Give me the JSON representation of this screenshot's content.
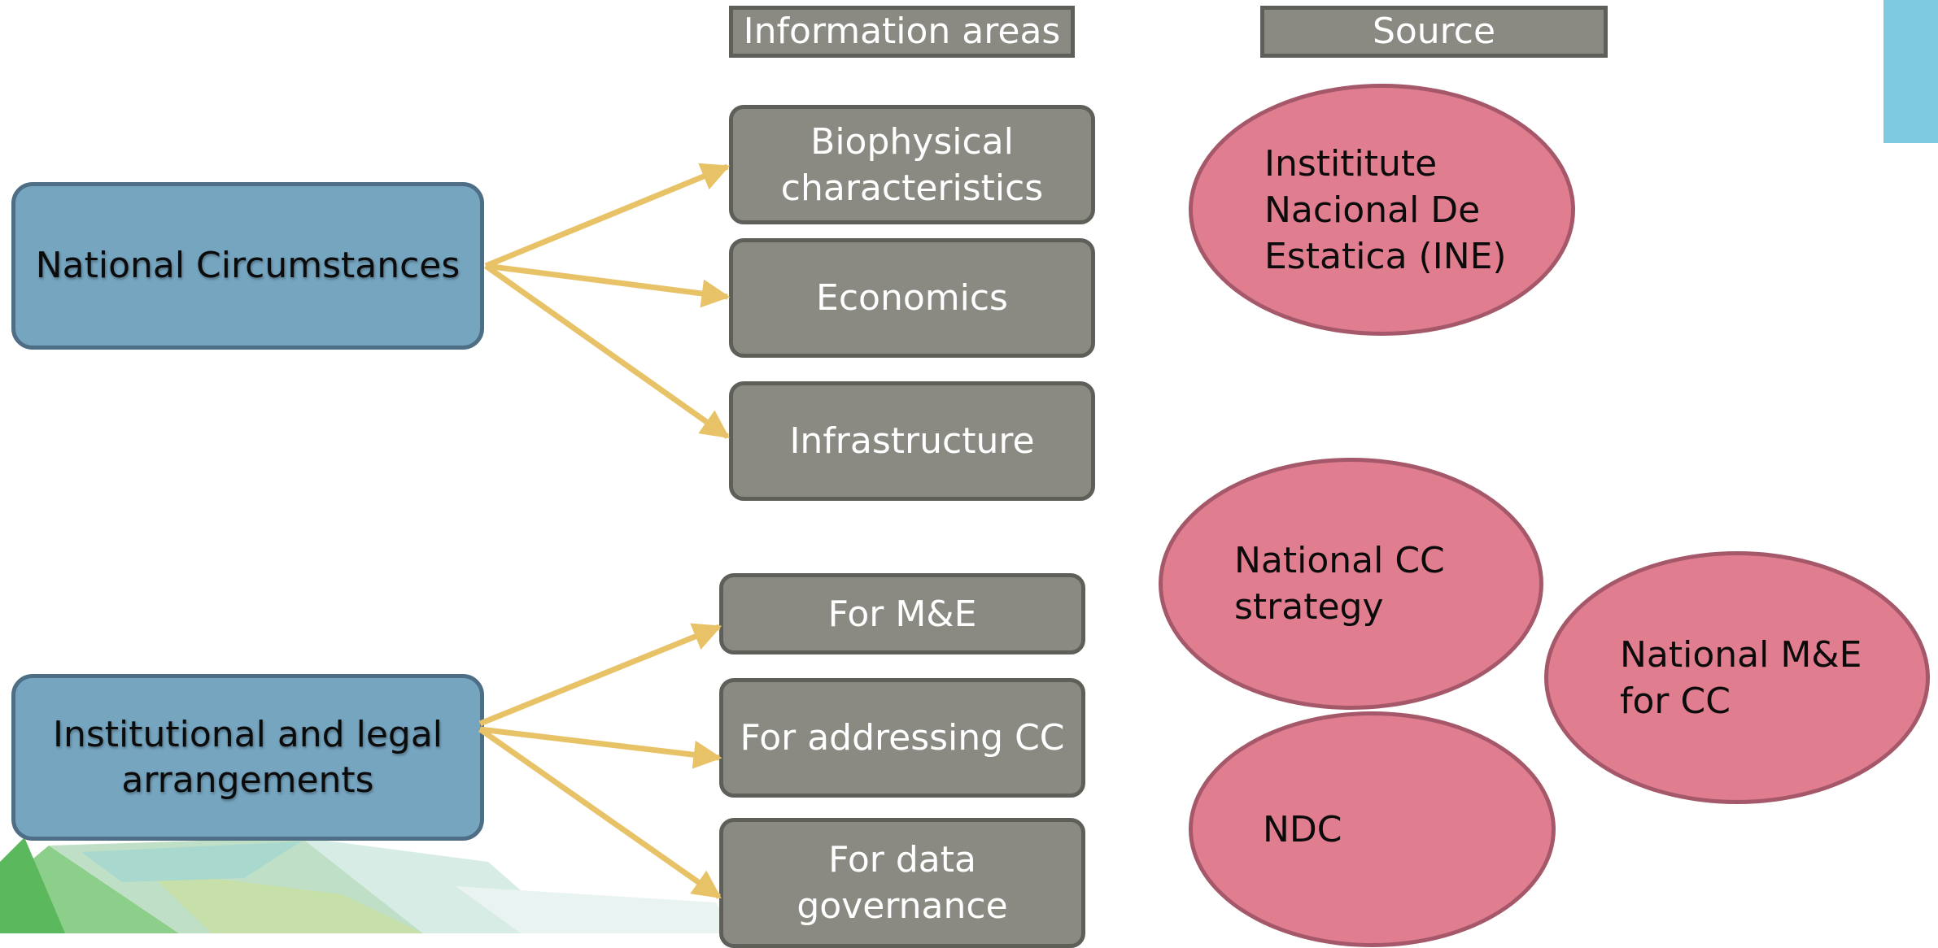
{
  "headers": {
    "information_areas": "Information areas",
    "source": "Source"
  },
  "categories": {
    "national": "National Circumstances",
    "institutional": "Institutional and legal arrangements"
  },
  "information_areas": {
    "biophysical": "Biophysical characteristics",
    "economics": "Economics",
    "infrastructure": "Infrastructure",
    "for_me": "For M&E",
    "for_addressing_cc": "For addressing CC",
    "for_data_governance": "For data governance"
  },
  "sources": {
    "ine": "Instititute Nacional De Estatica (INE)",
    "national_cc_strategy": "National CC strategy",
    "national_me": "National M&E for CC",
    "ndc": "NDC"
  },
  "colors": {
    "category_fill": "#76a5c0",
    "info_fill": "#8a8a83",
    "source_fill": "#e07d8f",
    "arrow": "#e8c266",
    "accent": "#7ecbe1"
  }
}
